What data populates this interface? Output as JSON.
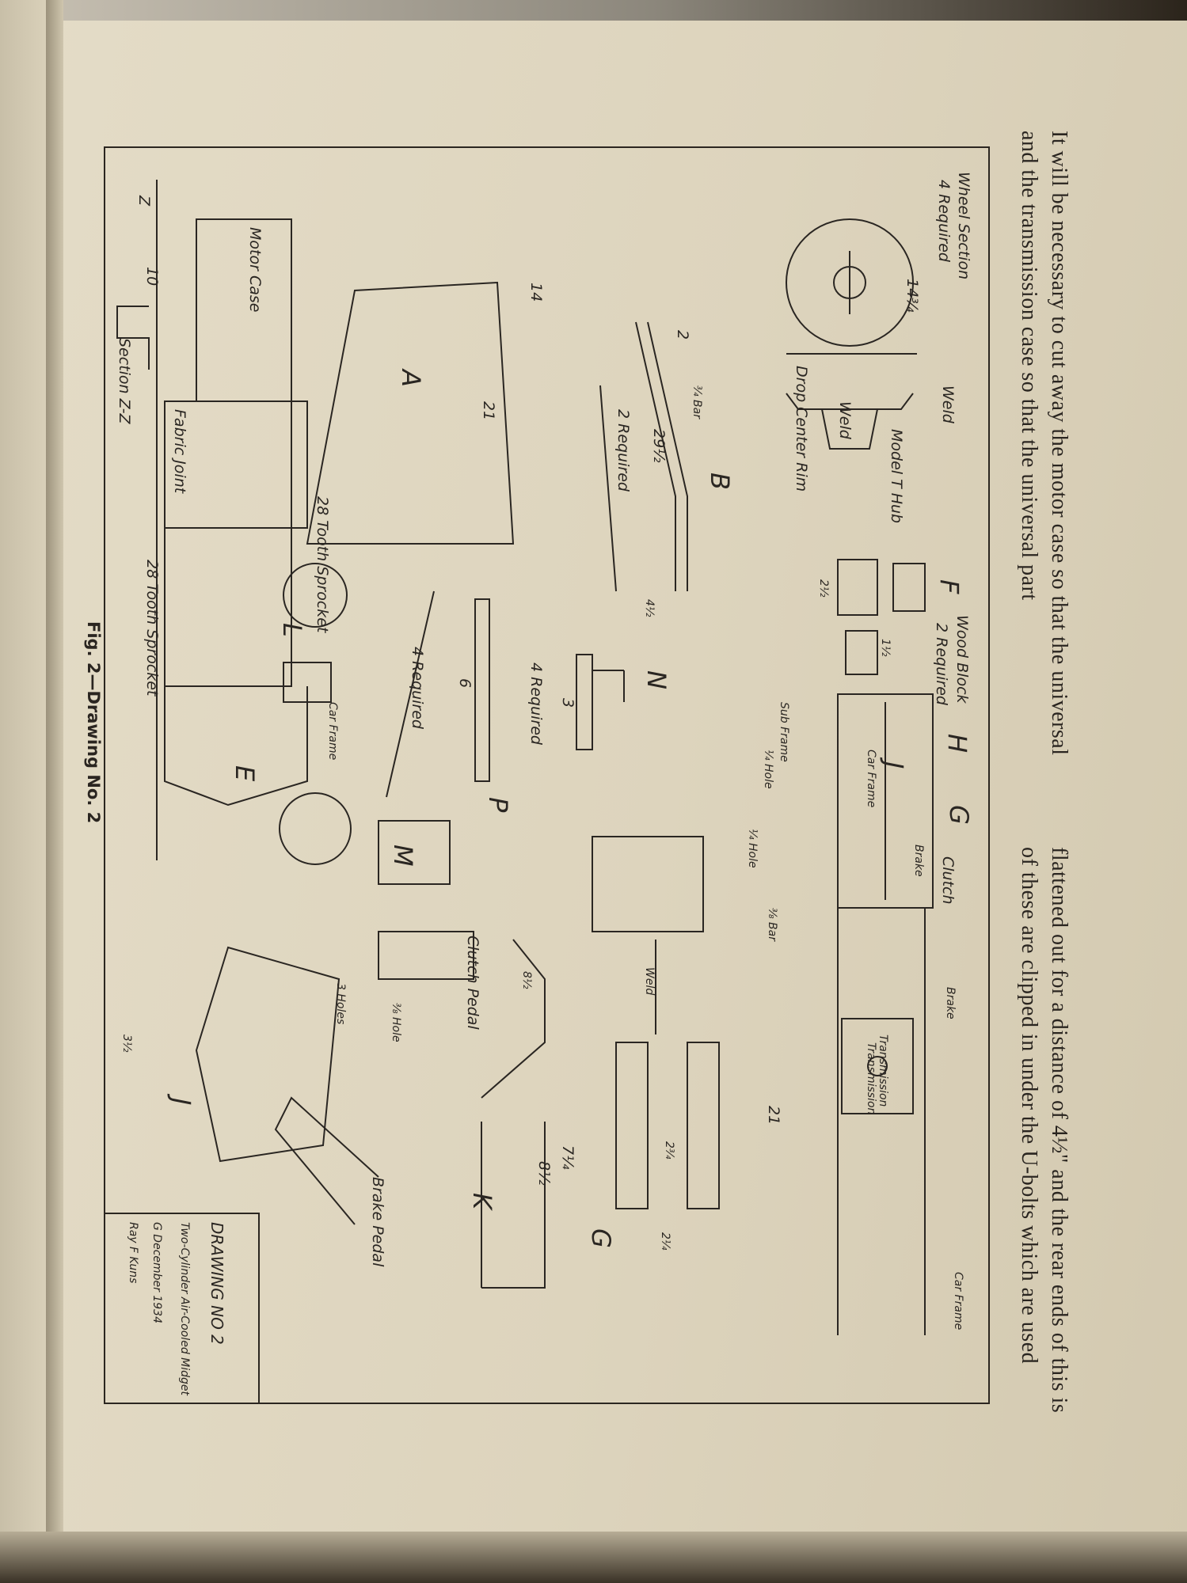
{
  "body_text": {
    "line1_left": "It will be necessary to cut away the motor case so that the universal",
    "line2_left": "and the transmission case so that the universal part",
    "line1_right": "flattened out for a distance of 4½\" and the rear ends of this is",
    "line2_right": "of these are clipped in under the U-bolts which are used"
  },
  "caption": "Fig. 2—Drawing No. 2",
  "title_block": {
    "drawing_no": "DRAWING NO 2",
    "subject": "Two-Cylinder Air-Cooled Midget",
    "issue": "G December 1934",
    "author": "Ray F Kuns"
  },
  "parts": {
    "wheel_section": "Wheel Section",
    "wheel_required": "4 Required",
    "wheel_dim": "14¾",
    "weld1": "Weld",
    "model_t_hub": "Model T Hub",
    "weld2": "Weld",
    "drop_center_rim": "Drop Center Rim",
    "part_f": "F",
    "wood_block": "Wood Block",
    "wood_required": "2 Required",
    "dim_2_half": "2½",
    "dim_1_half": "1½",
    "part_h": "H",
    "part_j": "J",
    "part_g": "G",
    "clutch": "Clutch",
    "brake1": "Brake",
    "brake2": "Brake",
    "car_frame1": "Car Frame",
    "car_frame2": "Car Frame",
    "car_frame3": "Car Frame",
    "transmission1": "Transmission",
    "transmission2": "Transmission",
    "sub_frame": "Sub Frame",
    "hole_quarter1": "¼ Hole",
    "hole_quarter2": "¼ Hole",
    "bar_3_8": "⅜ Bar",
    "dim_21": "21",
    "part_b": "B",
    "bar_3_4": "¾ Bar",
    "dim_29_half": "29½",
    "two_required": "2 Required",
    "dim_2": "2",
    "dim_4_half": "4½",
    "part_n": "N",
    "dim_3": "3",
    "four_required1": "4 Required",
    "four_required2": "4 Required",
    "part_p": "P",
    "dim_6": "6",
    "part_a": "A",
    "dim_14": "14",
    "dim_21b": "21",
    "part_l": "L",
    "part_m": "M",
    "part_k": "K",
    "part_e": "E",
    "clutch_pedal": "Clutch Pedal",
    "brake_pedal": "Brake Pedal",
    "three_holes": "3 Holes",
    "hole_3_8": "⅜ Hole",
    "weld3": "Weld",
    "dim_8_half": "8½",
    "dim_7_quarter": "7¼",
    "dim_2_3_4": "2¾",
    "dim_2_quarter": "2¼",
    "dim_8_half_b": "8½",
    "dim_3_half": "3½",
    "motor_case": "Motor Case",
    "fabric_joint": "Fabric Joint",
    "sprocket28a": "28 Tooth Sprocket",
    "sprocket28b": "28 Tooth Sprocket",
    "section_zz": "Section Z-Z",
    "dim_10": "10",
    "z_label": "Z"
  },
  "colors": {
    "ink": "#2a2622",
    "paper": "#ddd4bd"
  }
}
